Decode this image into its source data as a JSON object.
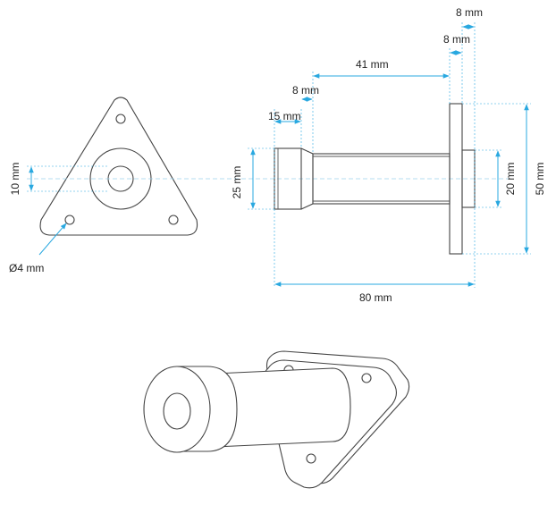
{
  "dimensions": {
    "top_8": "8 mm",
    "flange_8": "8 mm",
    "shaft_41": "41 mm",
    "chamfer_8": "8 mm",
    "cap_15": "15 mm",
    "cap_dia_25": "25 mm",
    "hub_dia_20": "20 mm",
    "flange_dia_50": "50 mm",
    "total_80": "80 mm",
    "bore_10": "10 mm",
    "hole_4": "Ø4 mm"
  },
  "colors": {
    "dimension": "#29a8e0",
    "outline": "#444444"
  }
}
